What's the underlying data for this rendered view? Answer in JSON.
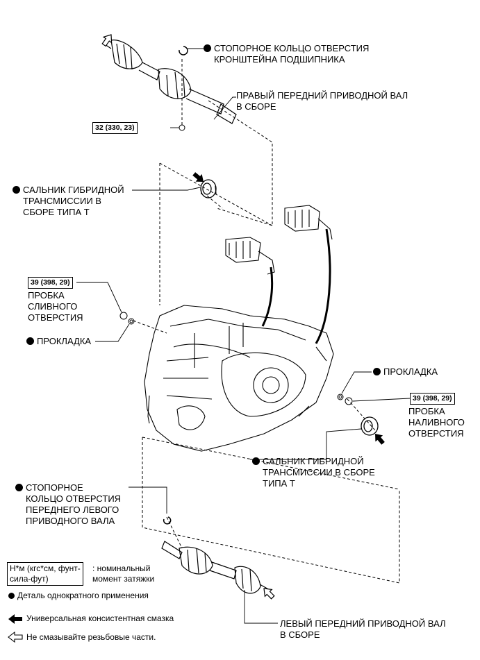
{
  "labels": {
    "snap_ring_bearing": "СТОПОРНОЕ КОЛЬЦО ОТВЕРСТИЯ\nКРОНШТЕЙНА ПОДШИПНИКА",
    "right_shaft": "ПРАВЫЙ ПЕРЕДНИЙ ПРИВОДНОЙ ВАЛ\nВ СБОРЕ",
    "seal_upper": "САЛЬНИК ГИБРИДНОЙ\nТРАНСМИССИИ В\nСБОРЕ ТИПА Т",
    "drain_plug": "ПРОБКА\nСЛИВНОГО\nОТВЕРСТИЯ",
    "gasket_left": "ПРОКЛАДКА",
    "gasket_right": "ПРОКЛАДКА",
    "fill_plug": "ПРОБКА\nНАЛИВНОГО\nОТВЕРСТИЯ",
    "seal_lower": "САЛЬНИК ГИБРИДНОЙ\nТРАНСМИССИИ В СБОРЕ\nТИПА Т",
    "snap_ring_left": "СТОПОРНОЕ\nКОЛЬЦО ОТВЕРСТИЯ\nПЕРЕДНЕГО ЛЕВОГО\nПРИВОДНОГО ВАЛА",
    "left_shaft": "ЛЕВЫЙ ПЕРЕДНИЙ ПРИВОДНОЙ ВАЛ\nВ СБОРЕ"
  },
  "torques": {
    "bolt": "32 (330, 23)",
    "drain": "39 (398, 29)",
    "fill": "39 (398, 29)"
  },
  "legend": {
    "unit_box": "Н*м (кгс*см, фунт-\nсила-фут)",
    "unit_desc": ": номинальный\nмомент затяжки",
    "non_reusable": "Деталь однократного применения",
    "grease": "Универсальная консистентная смазка",
    "no_grease": "Не смазывайте резьбовые части."
  },
  "icons": [
    "non-reusable-bullet-icon",
    "grease-arrow-icon",
    "no-grease-arrow-icon"
  ],
  "colors": {
    "line": "#000000",
    "background": "#ffffff"
  }
}
